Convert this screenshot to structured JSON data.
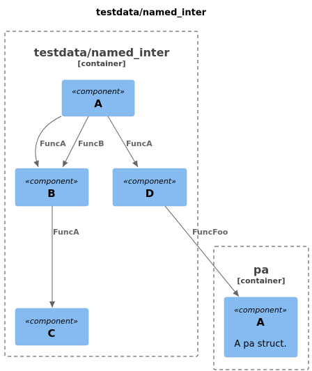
{
  "diagram": {
    "title": "testdata/named_inter",
    "containers": {
      "main": {
        "name": "testdata/named_inter",
        "type": "[container]"
      },
      "pa": {
        "name": "pa",
        "type": "[container]"
      }
    },
    "components": {
      "a": {
        "stereotype": "«component»",
        "name": "A"
      },
      "b": {
        "stereotype": "«component»",
        "name": "B"
      },
      "c": {
        "stereotype": "«component»",
        "name": "C"
      },
      "d": {
        "stereotype": "«component»",
        "name": "D"
      },
      "pa_a": {
        "stereotype": "«component»",
        "name": "A",
        "description": "A pa struct."
      }
    },
    "edges": {
      "a_b_left": "FuncA",
      "a_b_right": "FuncB",
      "a_d": "FuncA",
      "b_c": "FuncA",
      "d_pa_a": "FuncFoo"
    }
  },
  "colors": {
    "component_fill": "#85bbf0",
    "edge": "#666666",
    "boundary": "#444444"
  }
}
